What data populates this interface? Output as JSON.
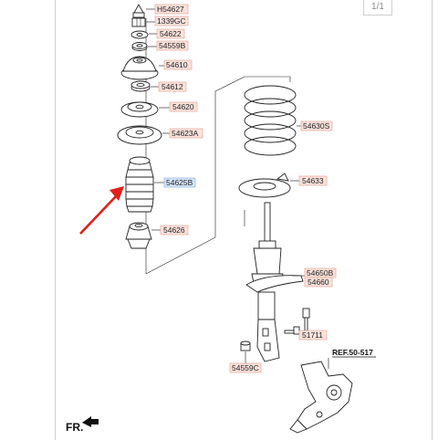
{
  "page_counter": "1/1",
  "labels": {
    "h54627": "H54627",
    "p1339gc": "1339GC",
    "p54622": "54622",
    "p54559b": "54559B",
    "p54610": "54610",
    "p54612": "54612",
    "p54620": "54620",
    "p54623a": "54623A",
    "p54625b": "54625B",
    "p54626": "54626",
    "p54630s": "54630S",
    "p54633": "54633",
    "p54650b": "54650B",
    "p54660": "54660",
    "p51711": "51711",
    "p54559c": "54559C",
    "ref": "REF.50-517",
    "front": "FR."
  },
  "colors": {
    "label_fill": "#fbe2dc",
    "label_selected_fill": "#d5e6fb",
    "annotation_arrow": "#e0201b"
  },
  "selected_part": "54625B"
}
